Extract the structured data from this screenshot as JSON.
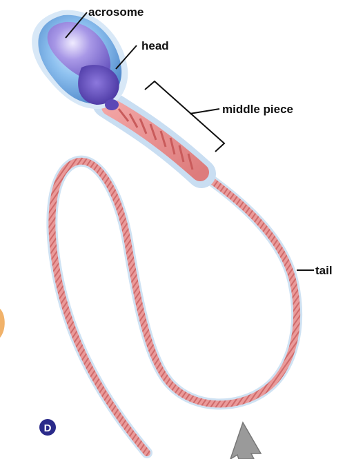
{
  "diagram": {
    "labels": {
      "acrosome": "acrosome",
      "head": "head",
      "middle_piece": "middle piece",
      "tail": "tail"
    },
    "panel_badge": "D",
    "colors": {
      "background": "#ffffff",
      "head_outer": "#7fb3e6",
      "head_inner": "#6f5cc4",
      "halo": "#c9def2",
      "tail": "#e58a8a",
      "tail_stripe": "#c95b5b",
      "badge": "#2a2a8a",
      "pointer": "#9a9a9a",
      "leader": "#111111"
    }
  }
}
